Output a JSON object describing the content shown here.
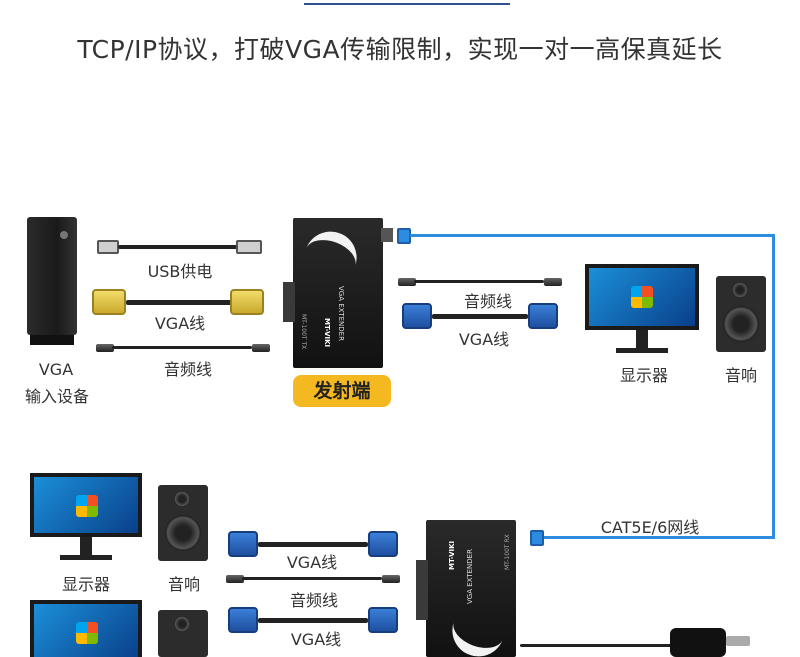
{
  "headline": "TCP/IP协议，打破VGA传输限制，实现一对一高保真延长",
  "labels": {
    "usb_power": "USB供电",
    "vga_cable_1": "VGA线",
    "audio_cable_1": "音频线",
    "vga_input_line1": "VGA",
    "vga_input_line2": "输入设备",
    "transmitter": "发射端",
    "audio_cable_2": "音频线",
    "vga_cable_2": "VGA线",
    "monitor_1": "显示器",
    "speaker_1": "音响",
    "network_cable": "CAT5E/6网线",
    "monitor_2": "显示器",
    "speaker_2": "音响",
    "vga_cable_3": "VGA线",
    "audio_cable_3": "音频线",
    "vga_cable_4": "VGA线"
  },
  "device_text": {
    "tx_brand": "MT-VIKI",
    "tx_title": "VGA EXTENDER",
    "tx_model": "MT-100T TX",
    "rx_brand": "MT-VIKI",
    "rx_title": "VGA EXTENDER",
    "rx_model": "MT-100T RX"
  },
  "colors": {
    "badge": "#f4b820",
    "network_cable": "#2d8be0",
    "vga_plug_yellow": "#e8cf52",
    "vga_plug_blue": "#2f6fc8"
  }
}
